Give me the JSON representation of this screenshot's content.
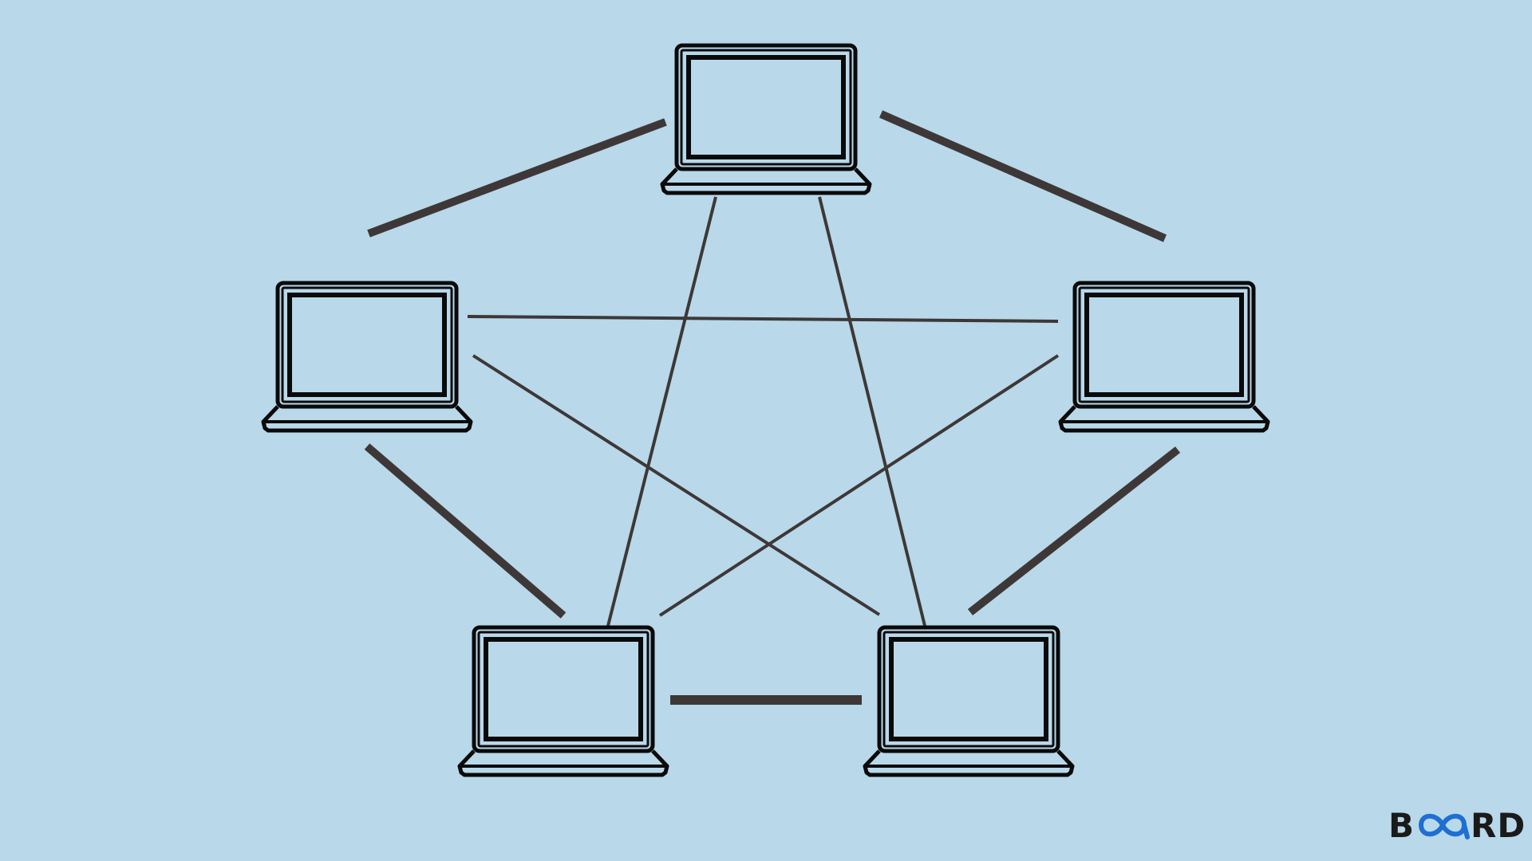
{
  "diagram": {
    "type": "mesh-network-topology",
    "nodes": [
      {
        "id": "top",
        "icon": "laptop-icon"
      },
      {
        "id": "left",
        "icon": "laptop-icon"
      },
      {
        "id": "right",
        "icon": "laptop-icon"
      },
      {
        "id": "bottom-left",
        "icon": "laptop-icon"
      },
      {
        "id": "bottom-right",
        "icon": "laptop-icon"
      }
    ],
    "links": [
      {
        "from": "top",
        "to": "left",
        "weight": "thick"
      },
      {
        "from": "top",
        "to": "right",
        "weight": "thick"
      },
      {
        "from": "left",
        "to": "bottom-left",
        "weight": "thick"
      },
      {
        "from": "right",
        "to": "bottom-right",
        "weight": "thick"
      },
      {
        "from": "bottom-left",
        "to": "bottom-right",
        "weight": "thick"
      },
      {
        "from": "top",
        "to": "bottom-left",
        "weight": "thin"
      },
      {
        "from": "top",
        "to": "bottom-right",
        "weight": "thin"
      },
      {
        "from": "left",
        "to": "right",
        "weight": "thin"
      },
      {
        "from": "left",
        "to": "bottom-right",
        "weight": "thin"
      },
      {
        "from": "right",
        "to": "bottom-left",
        "weight": "thin"
      }
    ]
  },
  "colors": {
    "background": "#b9d8ea",
    "link": "#3d3837",
    "laptop_stroke": "#0a0a0a",
    "logo_dark": "#1a1a1a",
    "logo_accent": "#1f6fd1"
  },
  "logo": {
    "left_text": "B",
    "right_text": "RD"
  }
}
